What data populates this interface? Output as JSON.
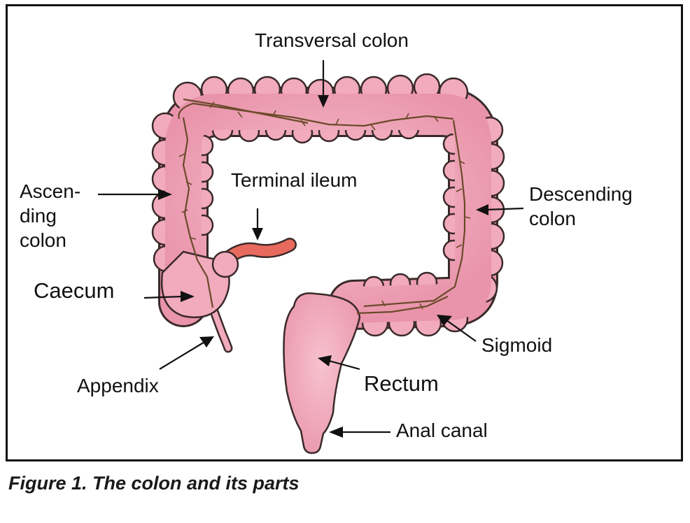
{
  "labels": {
    "transversal_colon": "Transversal colon",
    "terminal_ileum": "Terminal ileum",
    "ascending_colon": "Ascen-\nding\ncolon",
    "descending_colon": "Descending\ncolon",
    "caecum": "Caecum",
    "appendix": "Appendix",
    "sigmoid": "Sigmoid",
    "rectum": "Rectum",
    "anal_canal": "Anal canal"
  },
  "caption": "Figure 1. The colon and its parts",
  "colors": {
    "colon_fill": "#f2aabd",
    "colon_stroke": "#3a2a2a",
    "vessel": "#6b4a2a",
    "ileum": "#e86a5e",
    "frame": "#111111"
  }
}
